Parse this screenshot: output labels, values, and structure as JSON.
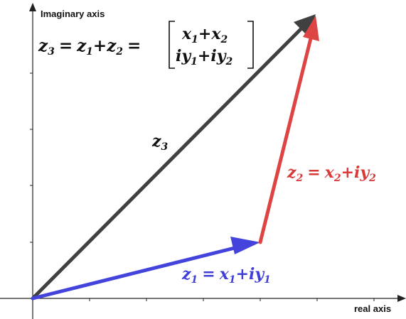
{
  "axes": {
    "x_label": "real axis",
    "y_label": "Imaginary axis"
  },
  "vectors": {
    "z1": {
      "name": "z",
      "sub": "1",
      "eq": "=",
      "re": "x",
      "re_sub": "1",
      "plus": "+",
      "im_i": "i",
      "im": "y",
      "im_sub": "1",
      "color": "#4444dd"
    },
    "z2": {
      "name": "z",
      "sub": "2",
      "eq": "=",
      "re": "x",
      "re_sub": "2",
      "plus": "+",
      "im_i": "i",
      "im": "y",
      "im_sub": "2",
      "color": "#dd4444"
    },
    "z3": {
      "name": "z",
      "sub": "3",
      "color": "#404040"
    }
  },
  "formula": {
    "lhs": "z",
    "lhs_sub": "3",
    "eq1": "=",
    "a": "z",
    "a_sub": "1",
    "plus": "+",
    "b": "z",
    "b_sub": "2",
    "eq2": "=",
    "row1_a": "x",
    "row1_a_sub": "1",
    "row1_plus": "+",
    "row1_b": "x",
    "row1_b_sub": "2",
    "row2_a_i": "i",
    "row2_a": "y",
    "row2_a_sub": "1",
    "row2_plus": "+",
    "row2_b_i": "i",
    "row2_b": "y",
    "row2_b_sub": "2"
  }
}
